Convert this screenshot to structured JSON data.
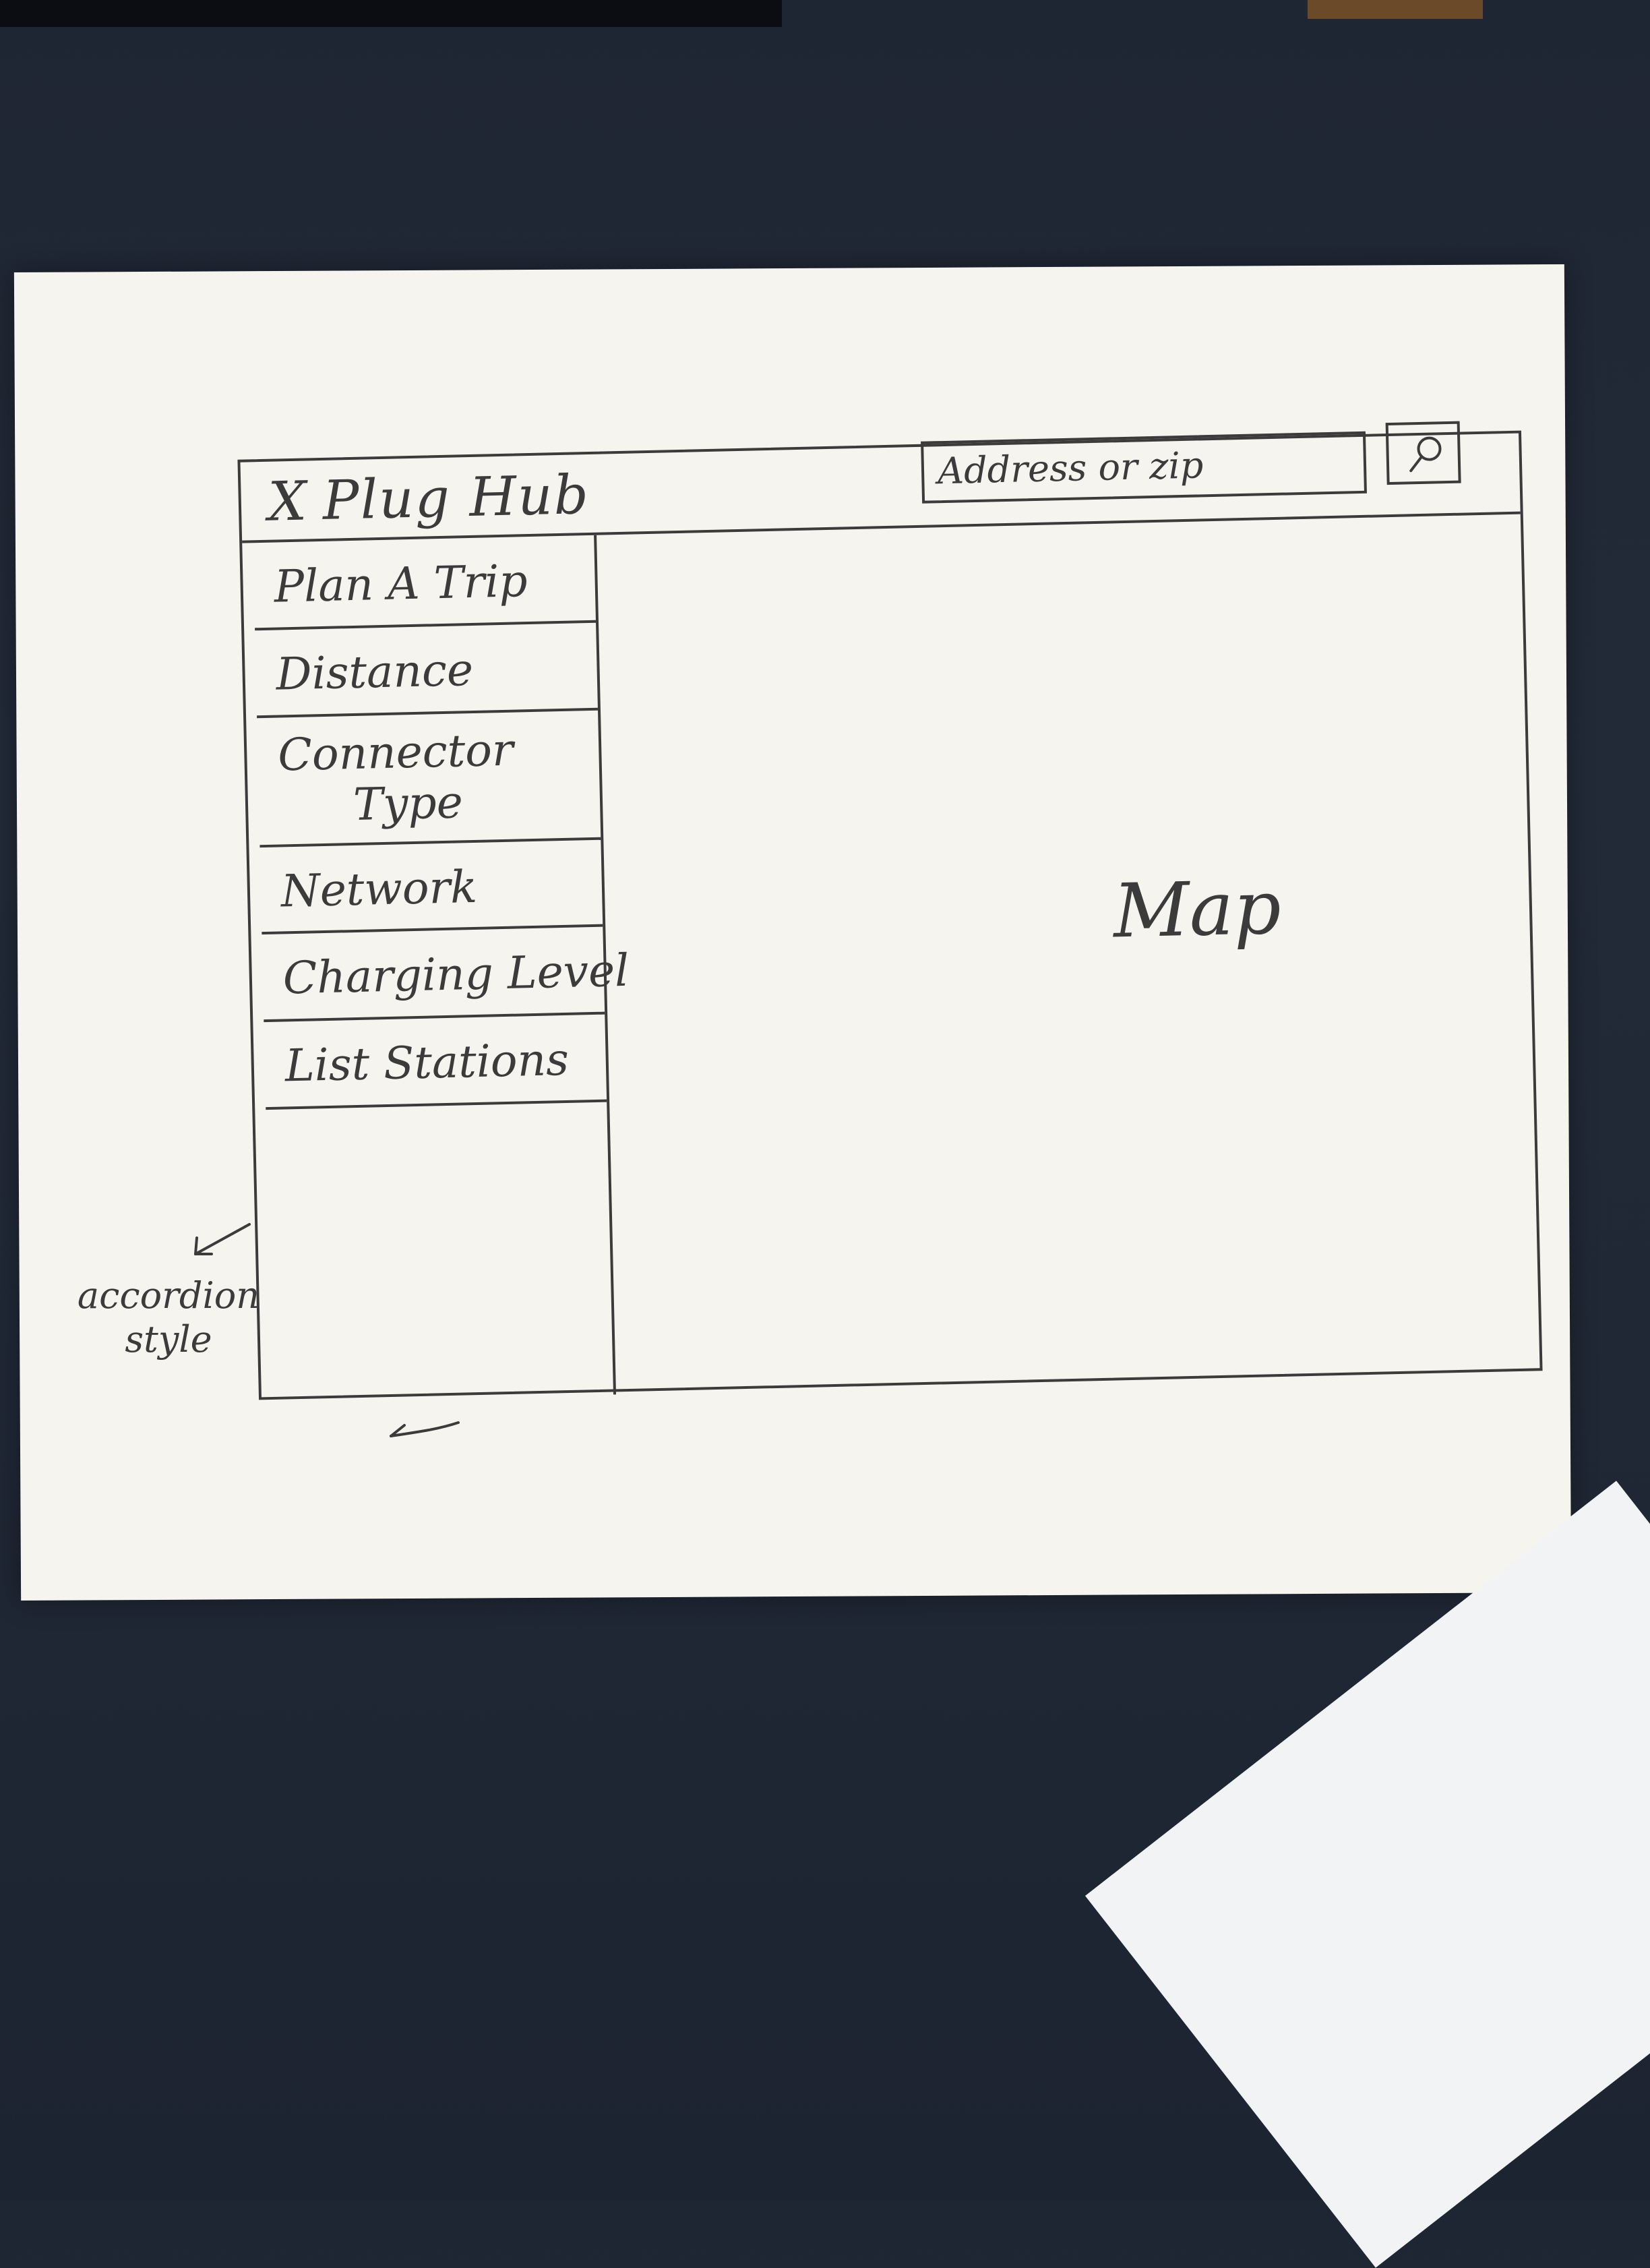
{
  "header": {
    "logo_mark": "X",
    "app_title": "Plug Hub",
    "search_placeholder": "Address or zip"
  },
  "sidebar": {
    "items": [
      {
        "label": "Plan A Trip"
      },
      {
        "label": "Distance"
      },
      {
        "label_line1": "Connector",
        "label_line2": "Type"
      },
      {
        "label": "Network"
      },
      {
        "label": "Charging Level"
      },
      {
        "label": "List Stations"
      }
    ]
  },
  "main": {
    "map_label": "Map"
  },
  "annotations": {
    "accordion_note": "accordion style"
  },
  "icons": {
    "search": "search-icon",
    "close": "close-icon",
    "arrow_note": "arrow-icon",
    "arrow_collapse": "arrow-left-icon"
  },
  "colors": {
    "ink": "#3b3b3b",
    "paper": "#f5f4ef",
    "background": "#1f2633"
  }
}
